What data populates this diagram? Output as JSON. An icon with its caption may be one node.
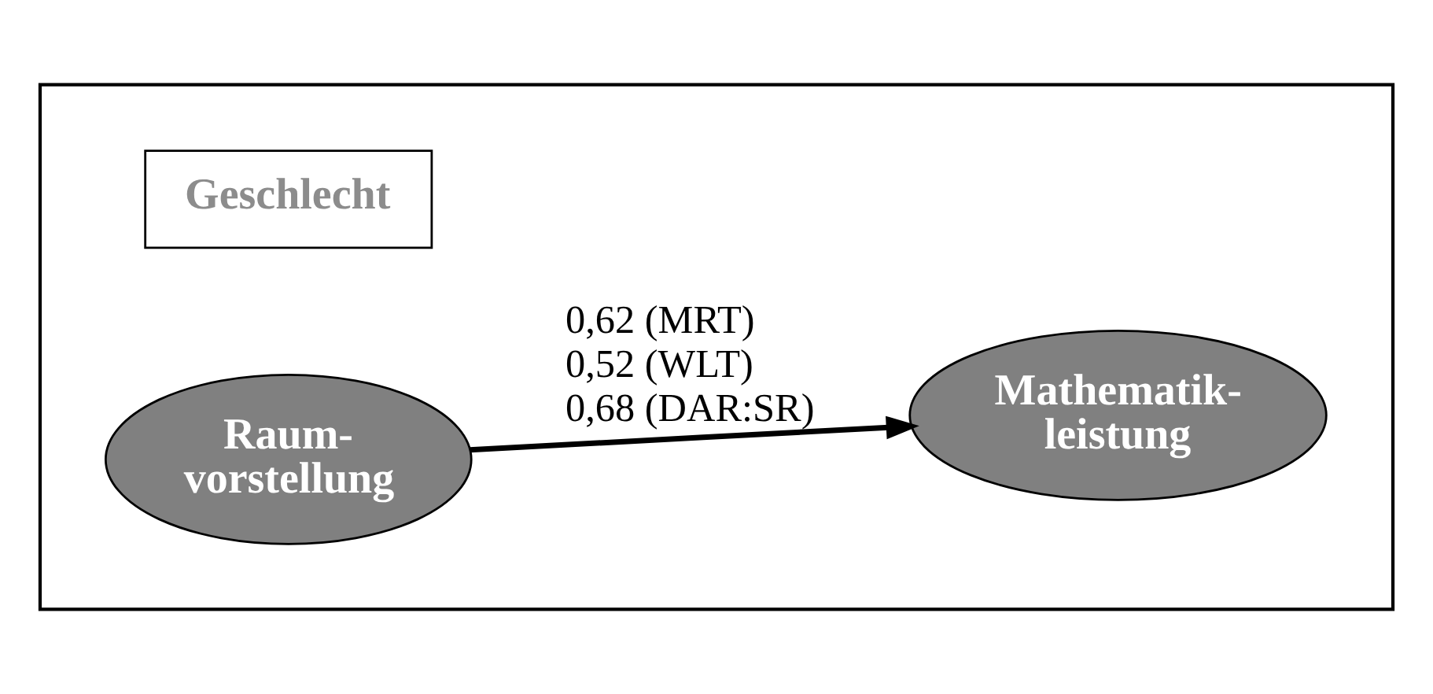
{
  "diagram": {
    "nodes": [
      {
        "text": [],
        "shape": "box"
      },
      {
        "text": [
          "Geschlecht"
        ],
        "in": 0
      },
      {
        "text": [
          "Mathematik- leistung"
        ],
        "in": 0
      },
      {
        "text": [
          "Raum- vorstellung"
        ],
        "in": 0
      }
    ],
    "edges": [
      {
        "from": 3,
        "to": 2,
        "arrow": "to",
        "label": "0,62 (MRT) 0,52 (WLT) 0,68 (DAR:SR)"
      }
    ]
  }
}
